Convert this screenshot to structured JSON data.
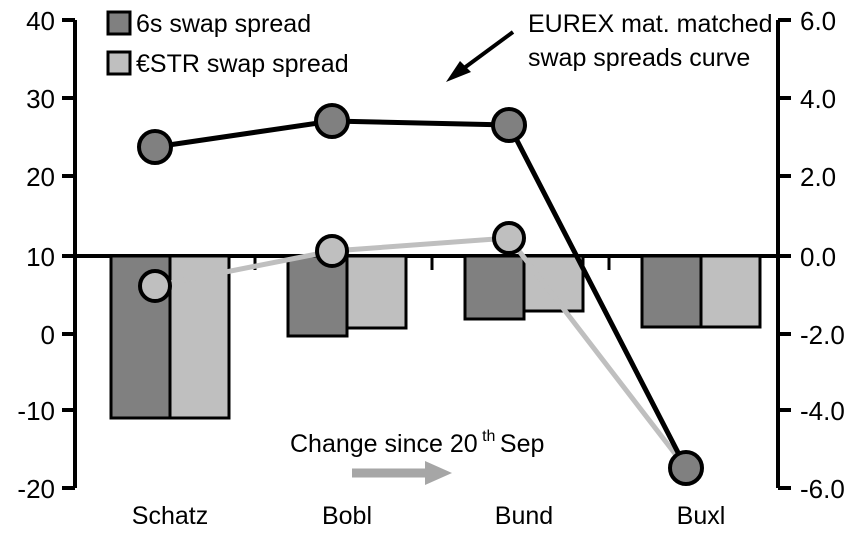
{
  "chart_data": {
    "type": "bar",
    "title": "",
    "subtitle": "",
    "xlabel": "",
    "ylabel": "",
    "categories": [
      "Schatz",
      "Bobl",
      "Bund",
      "Buxl"
    ],
    "left_axis": {
      "label": "",
      "ticks": [
        "40",
        "30",
        "20",
        "10",
        "0",
        "-10",
        "-20"
      ],
      "tick_values": [
        40,
        30,
        20,
        10,
        0,
        -10,
        -20
      ],
      "ylim": [
        -20,
        40
      ],
      "zero_reference_value": 10
    },
    "right_axis": {
      "label": "",
      "ticks": [
        "6.0",
        "4.0",
        "2.0",
        "0.0",
        "-2.0",
        "-4.0",
        "-6.0"
      ],
      "tick_values": [
        6.0,
        4.0,
        2.0,
        0.0,
        -2.0,
        -4.0,
        -6.0
      ],
      "ylim": [
        -6.0,
        6.0
      ],
      "zero_reference_value": 0.0
    },
    "grid": false,
    "legend_position": "top-left",
    "series": [
      {
        "name": "6s swap spread",
        "type": "bar",
        "axis": "right",
        "color": "#808080",
        "values": [
          -4.1,
          -1.95,
          -1.5,
          -1.75
        ]
      },
      {
        "name": "€STR swap spread",
        "type": "bar",
        "axis": "right",
        "color": "#BFBFBF",
        "values": [
          -4.1,
          -1.8,
          -1.35,
          -1.75
        ]
      },
      {
        "name": "EUREX mat. matched swap spreads curve",
        "type": "line",
        "axis": "left",
        "color": "#000000",
        "marker_fill": "#808080",
        "values": [
          24.6,
          27.9,
          27.3,
          -18.0
        ]
      },
      {
        "name": "Change since 20th Sep",
        "type": "line",
        "axis": "left",
        "color": "#BFBFBF",
        "marker_fill": "#BFBFBF",
        "values": [
          6.1,
          10.6,
          12.8,
          -18.0
        ]
      }
    ],
    "annotations": [
      {
        "id": "curve-callout",
        "text_line_1": "EUREX mat. matched",
        "text_line_2": "swap spreads curve",
        "arrow": "down-left-arrow"
      },
      {
        "id": "change-callout",
        "text_prefix": "Change since 20",
        "text_superscript": "th",
        "text_suffix": " Sep",
        "arrow": "right-arrow"
      }
    ]
  },
  "legend": {
    "items": [
      {
        "label": "6s swap spread",
        "color": "#808080"
      },
      {
        "label": "€STR swap spread",
        "color": "#BFBFBF"
      }
    ]
  },
  "colors": {
    "dark_gray": "#808080",
    "light_gray": "#BFBFBF",
    "axis_black": "#000000",
    "background": "#FFFFFF"
  }
}
